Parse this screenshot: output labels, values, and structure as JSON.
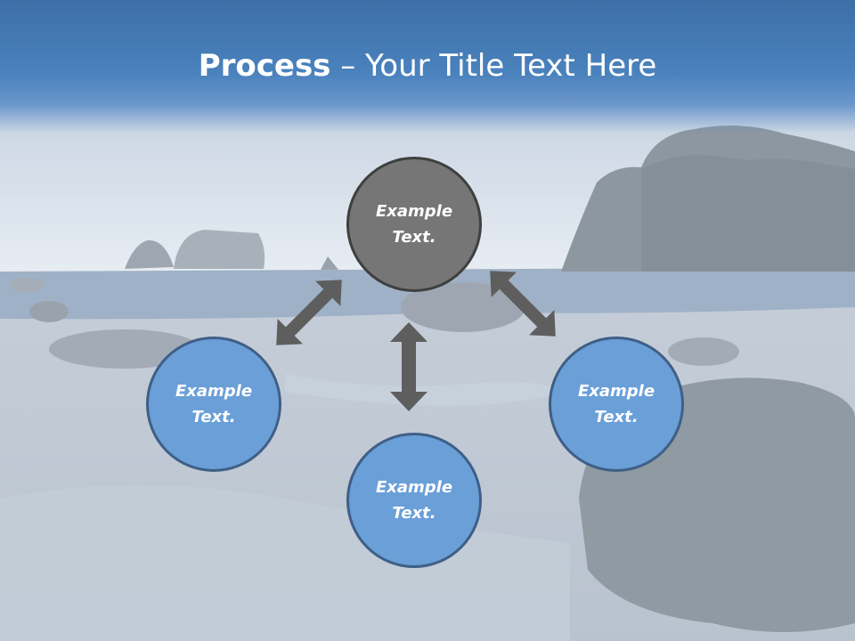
{
  "slide": {
    "title_bold": "Process",
    "title_rest": " – Your Title Text Here"
  },
  "colors": {
    "header_blue": "#4a82bd",
    "node_blue": "#6a9fd8",
    "node_gray": "#767676",
    "arrow_gray": "#5e5e5e"
  },
  "nodes": [
    {
      "id": "top",
      "text": "Example\nText.",
      "fill": "gray"
    },
    {
      "id": "left",
      "text": "Example\nText.",
      "fill": "blue"
    },
    {
      "id": "right",
      "text": "Example\nText.",
      "fill": "blue"
    },
    {
      "id": "bottom",
      "text": "Example\nText.",
      "fill": "blue"
    }
  ],
  "icons": {
    "arrow": "double-headed-arrow-icon"
  }
}
